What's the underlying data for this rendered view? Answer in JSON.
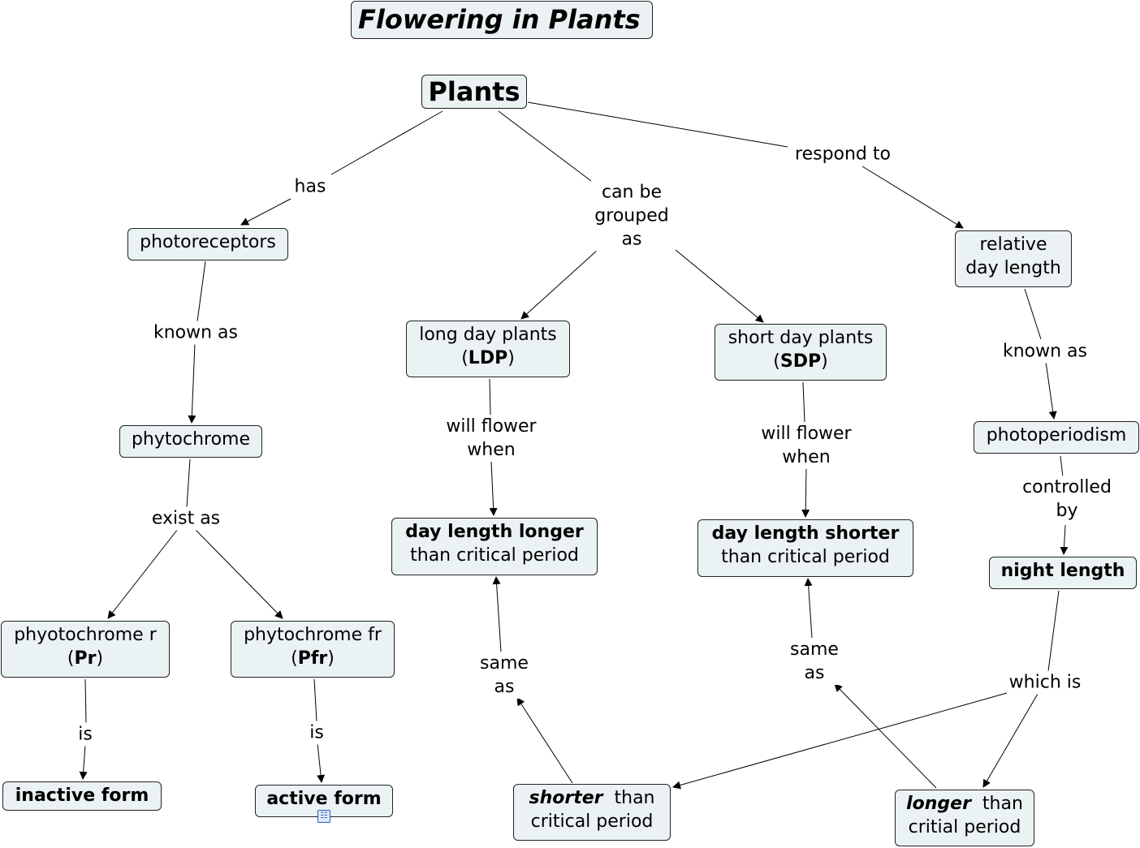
{
  "title": "Flowering in Plants",
  "nodes": {
    "plants": "Plants",
    "photoreceptors": "photoreceptors",
    "phytochrome": "phytochrome",
    "pr_line1": "phyotochrome r",
    "pr_abbr": "Pr",
    "pfr_line1": "phytochrome fr",
    "pfr_abbr": "Pfr",
    "inactive": "inactive form",
    "active": "active form",
    "ldp_line1": "long day plants",
    "ldp_abbr": "LDP",
    "sdp_line1": "short day plants",
    "sdp_abbr": "SDP",
    "dl_longer_bold": "day length longer",
    "dl_longer_rest": "than critical period",
    "dl_shorter_bold": "day length shorter",
    "dl_shorter_rest": "than critical period",
    "relative_line1": "relative",
    "relative_line2": "day length",
    "photoperiodism": "photoperiodism",
    "night_length": "night length",
    "shorter_bold": "shorter",
    "shorter_rest1": "than",
    "shorter_rest2": "critical period",
    "longer_bold": "longer",
    "longer_rest1": "than",
    "longer_rest2": "critial period"
  },
  "links": {
    "has": "has",
    "can_be_grouped_1": "can be",
    "can_be_grouped_2": "grouped",
    "can_be_grouped_3": "as",
    "respond_to": "respond to",
    "known_as_left": "known as",
    "exist_as": "exist as",
    "is_left": "is",
    "is_right": "is",
    "will_flower_ldp_1": "will flower",
    "will_flower_ldp_2": "when",
    "will_flower_sdp_1": "will flower",
    "will_flower_sdp_2": "when",
    "known_as_right": "known as",
    "controlled_by_1": "controlled",
    "controlled_by_2": "by",
    "which_is": "which is",
    "same_as_left_1": "same",
    "same_as_left_2": "as",
    "same_as_right_1": "same",
    "same_as_right_2": "as"
  },
  "icons": {
    "submap": "submap-icon"
  }
}
